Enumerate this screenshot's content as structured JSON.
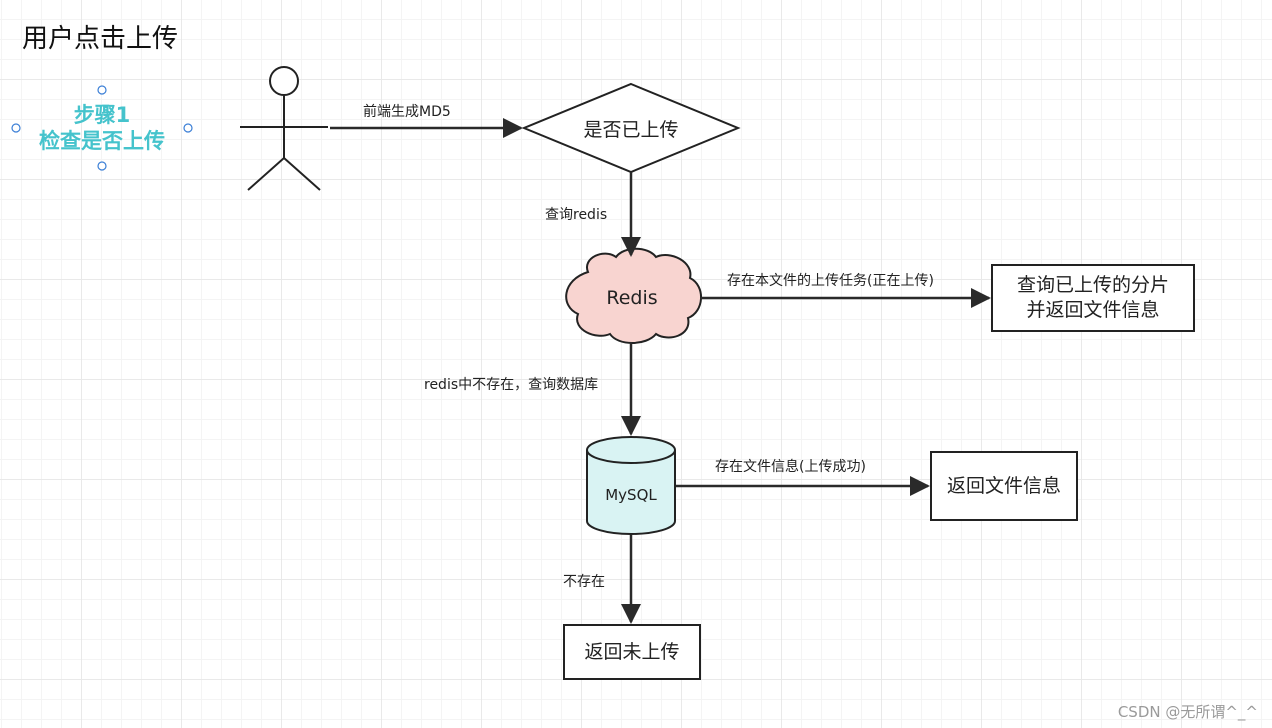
{
  "title": "用户点击上传",
  "step": {
    "line1": "步骤1",
    "line2": "检查是否上传"
  },
  "nodes": {
    "decision": "是否已上传",
    "redis": "Redis",
    "mysql": "MySQL",
    "partial_box": {
      "line1": "查询已上传的分片",
      "line2": "并返回文件信息"
    },
    "return_info": "返回文件信息",
    "not_uploaded": "返回未上传"
  },
  "edges": {
    "frontend_md5": "前端生成MD5",
    "query_redis": "查询redis",
    "redis_exists": "存在本文件的上传任务(正在上传)",
    "redis_missing": "redis中不存在，查询数据库",
    "mysql_exists": "存在文件信息(上传成功)",
    "not_exists": "不存在"
  },
  "colors": {
    "step_text": "#45c3cc",
    "redis_fill": "#f8d4d0",
    "mysql_fill": "#d9f3f3",
    "selection_handle": "#3b7fd6"
  },
  "watermark": "CSDN @无所谓^_^"
}
